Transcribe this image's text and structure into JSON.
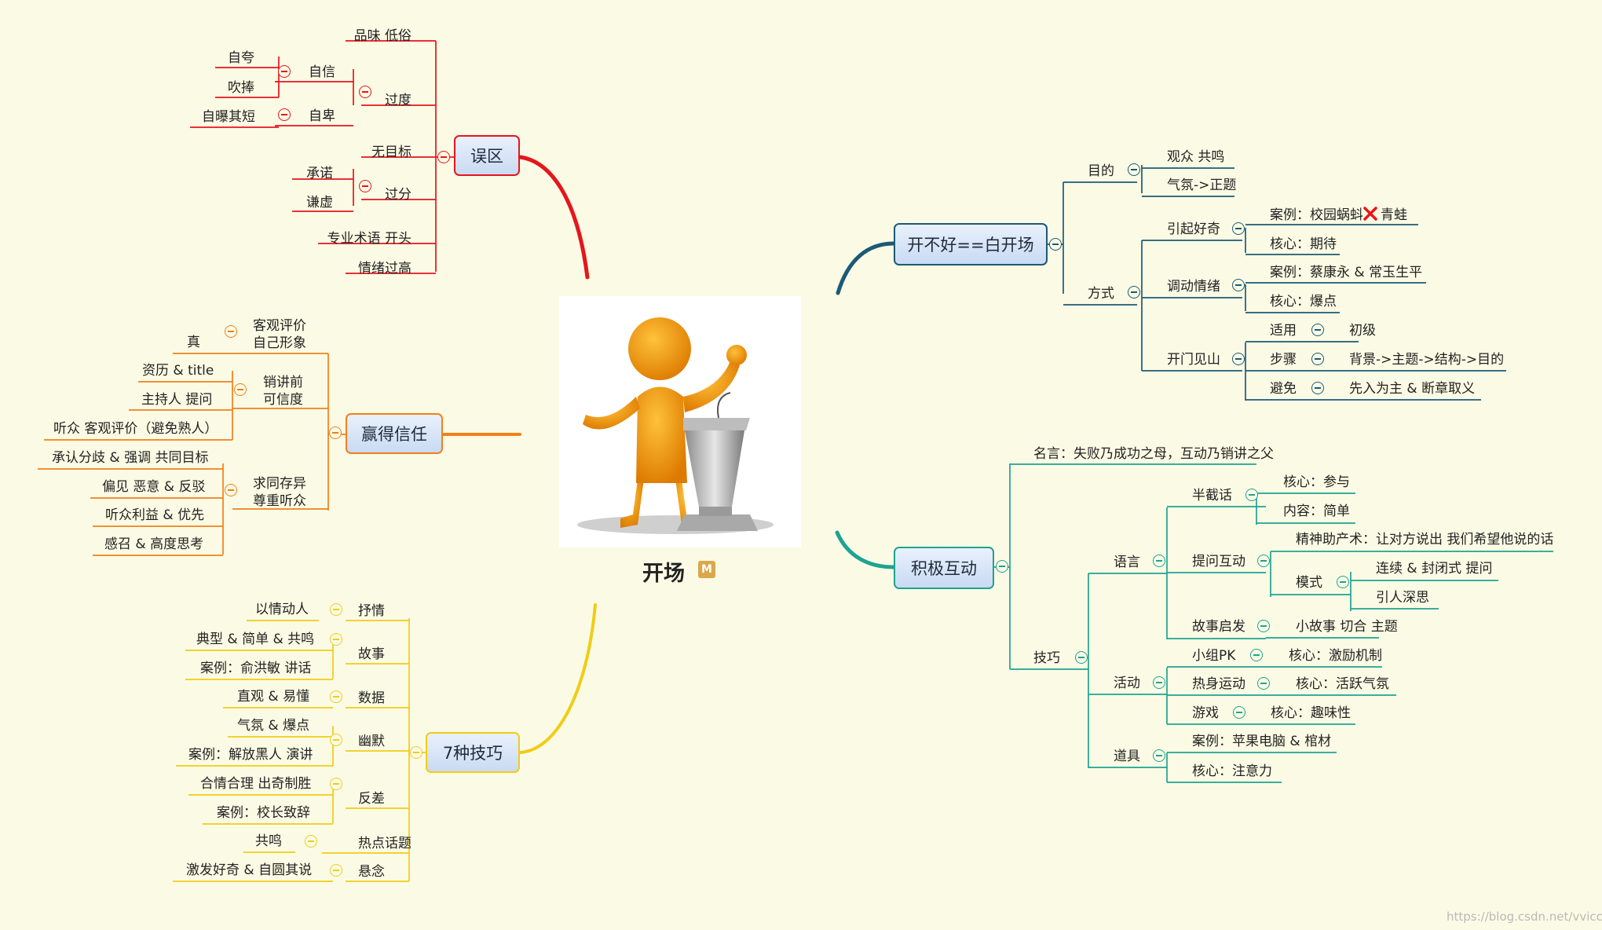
{
  "center": {
    "title": "开场",
    "badge": "M"
  },
  "watermark": "https://blog.csdn.net/vvicce",
  "colors": {
    "wuqu": "#e5161c",
    "xinren": "#f0801a",
    "jiqiao": "#f1cc17",
    "kaichang": "#1c5a75",
    "hudong": "#1ea391"
  },
  "branches": {
    "wuqu": {
      "label": "误区",
      "items": {
        "pinwei": "品味 低俗",
        "guodu": "过度",
        "zixin": "自信",
        "zikua": "自夸",
        "chuipeng": "吹捧",
        "zibei": "自卑",
        "zipu": "自曝其短",
        "wumubiao": "无目标",
        "guofen": "过分",
        "chengnuo": "承诺",
        "qianxu": "谦虚",
        "shuyu": "专业术语 开头",
        "qingxu": "情绪过高"
      }
    },
    "xinren": {
      "label": "赢得信任",
      "items": {
        "keguan": "客观评价",
        "ziji": "自己形象",
        "zhen": "真",
        "zili": "资历 & title",
        "xiaojiang": "销讲前",
        "kexin": "可信度",
        "zhuchi": "主持人 提问",
        "tingzhong": "听众 客观评价（避免熟人）",
        "chengren": "承认分歧 & 强调 共同目标",
        "qiutong": "求同存异",
        "zunzhong": "尊重听众",
        "pianjian": "偏见 恶意 & 反驳",
        "liyi": "听众利益 & 优先",
        "ganzhao": "感召 & 高度思考"
      }
    },
    "jiqiao": {
      "label": "7种技巧",
      "items": {
        "yiqing": "以情动人",
        "shuqing": "抒情",
        "dianxing": "典型 & 简单 & 共鸣",
        "gushi": "故事",
        "yuhongmin": "案例：俞洪敏 讲话",
        "zhiguan": "直观 & 易懂",
        "shuju": "数据",
        "qifen": "气氛 & 爆点",
        "youmo": "幽默",
        "heiren": "案例：解放黑人 演讲",
        "heqing": "合情合理 出奇制胜",
        "fancha": "反差",
        "xiaozhang": "案例：校长致辞",
        "gongming": "共鸣",
        "redian": "热点话题",
        "jifa": "激发好奇 & 自圆其说",
        "xuannian": "悬念"
      }
    },
    "kaichang": {
      "label": "开不好==白开场",
      "items": {
        "mudi": "目的",
        "guanzhong": "观众 共鸣",
        "qifen": "气氛->正题",
        "fangshi": "方式",
        "yinqi": "引起好奇",
        "anli1": "案例：校园蜗蚪",
        "qingwa": "青蛙",
        "hexin1": "核心：期待",
        "diaodong": "调动情绪",
        "anli2": "案例：蔡康永 & 常玉生平",
        "hexin2": "核心：爆点",
        "kaimen": "开门见山",
        "shiyong": "适用",
        "chuji": "初级",
        "buzhou": "步骤",
        "beijing": "背景->主题->结构->目的",
        "bimian": "避免",
        "xianru": "先入为主 & 断章取义"
      }
    },
    "hudong": {
      "label": "积极互动",
      "items": {
        "mingyan": "名言：失败乃成功之母，互动乃销讲之父",
        "jiqiao": "技巧",
        "yuyan": "语言",
        "banjie": "半截话",
        "canyu": "核心：参与",
        "jiandan": "内容：简单",
        "tiwen": "提问互动",
        "jingshen": "精神助产术：让对方说出 我们希望他说的话",
        "moshi": "模式",
        "lianxu": "连续 & 封闭式 提问",
        "yinren": "引人深思",
        "gushiqifa": "故事启发",
        "xiaogushi": "小故事 切合 主题",
        "huodong": "活动",
        "xiaozu": "小组PK",
        "jili": "核心：激励机制",
        "reshen": "热身运动",
        "huoyue": "核心：活跃气氛",
        "youxi": "游戏",
        "quwei": "核心：趣味性",
        "daoju": "道具",
        "pingguo": "案例：苹果电脑 & 棺材",
        "zhuyi": "核心：注意力"
      }
    }
  }
}
